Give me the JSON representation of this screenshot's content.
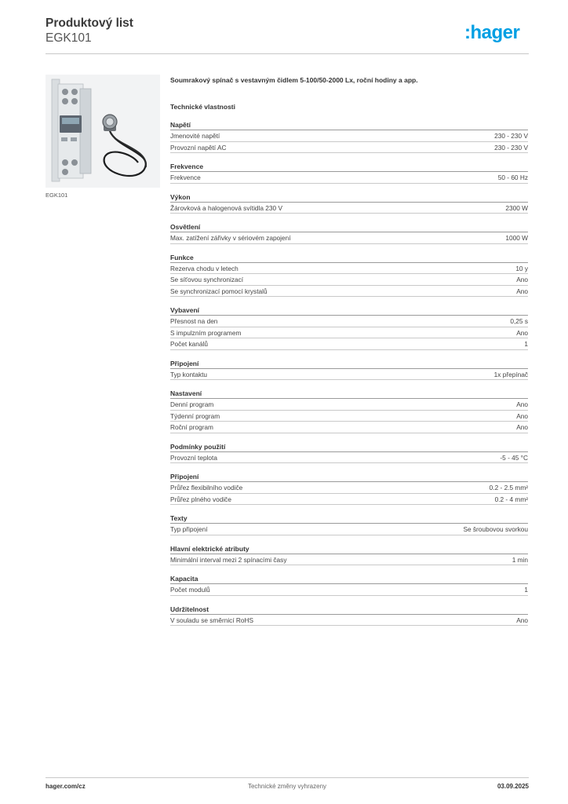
{
  "header": {
    "title": "Produktový list",
    "product_code": "EGK101",
    "logo_text": ":hager",
    "logo_color": "#009fe3"
  },
  "product": {
    "image_caption": "EGK101",
    "description": "Soumrakový spínač s vestavným čidlem 5-100/50-2000 Lx, roční hodiny a app."
  },
  "tech_heading": "Technické vlastnosti",
  "sections": [
    {
      "title": "Napětí",
      "rows": [
        {
          "label": "Jmenovité napětí",
          "value": "230 - 230 V"
        },
        {
          "label": "Provozní napětí AC",
          "value": "230 - 230 V"
        }
      ]
    },
    {
      "title": "Frekvence",
      "rows": [
        {
          "label": "Frekvence",
          "value": "50 - 60 Hz"
        }
      ]
    },
    {
      "title": "Výkon",
      "rows": [
        {
          "label": "Žárovková a halogenová svítidla 230 V",
          "value": "2300 W"
        }
      ]
    },
    {
      "title": "Osvětlení",
      "rows": [
        {
          "label": "Max. zatížení zářivky v sériovém zapojení",
          "value": "1000 W"
        }
      ]
    },
    {
      "title": "Funkce",
      "rows": [
        {
          "label": "Rezerva chodu v letech",
          "value": "10 y"
        },
        {
          "label": "Se síťovou synchronizací",
          "value": "Ano"
        },
        {
          "label": "Se synchronizací pomocí krystalů",
          "value": "Ano"
        }
      ]
    },
    {
      "title": "Vybavení",
      "rows": [
        {
          "label": "Přesnost na den",
          "value": "0,25 s"
        },
        {
          "label": "S impulzním programem",
          "value": "Ano"
        },
        {
          "label": "Počet kanálů",
          "value": "1"
        }
      ]
    },
    {
      "title": "Připojení",
      "rows": [
        {
          "label": "Typ kontaktu",
          "value": "1x přepínač"
        }
      ]
    },
    {
      "title": "Nastavení",
      "rows": [
        {
          "label": "Denní program",
          "value": "Ano"
        },
        {
          "label": "Týdenní program",
          "value": "Ano"
        },
        {
          "label": "Roční program",
          "value": "Ano"
        }
      ]
    },
    {
      "title": "Podmínky použití",
      "rows": [
        {
          "label": "Provozní teplota",
          "value": "-5 - 45 °C"
        }
      ]
    },
    {
      "title": "Připojení",
      "rows": [
        {
          "label": "Průřez flexibilního vodiče",
          "value": "0.2 - 2.5 mm²"
        },
        {
          "label": "Průřez plného vodiče",
          "value": "0.2 - 4 mm²"
        }
      ]
    },
    {
      "title": "Texty",
      "rows": [
        {
          "label": "Typ připojení",
          "value": "Se šroubovou svorkou"
        }
      ]
    },
    {
      "title": "Hlavní elektrické atributy",
      "rows": [
        {
          "label": "Minimální interval mezi 2 spínacími časy",
          "value": "1 min"
        }
      ]
    },
    {
      "title": "Kapacita",
      "rows": [
        {
          "label": "Počet modulů",
          "value": "1"
        }
      ]
    },
    {
      "title": "Udržitelnost",
      "rows": [
        {
          "label": "V souladu se směrnicí RoHS",
          "value": "Ano"
        }
      ]
    }
  ],
  "footer": {
    "website": "hager.com/cz",
    "disclaimer": "Technické změny vyhrazeny",
    "date": "03.09.2025"
  }
}
